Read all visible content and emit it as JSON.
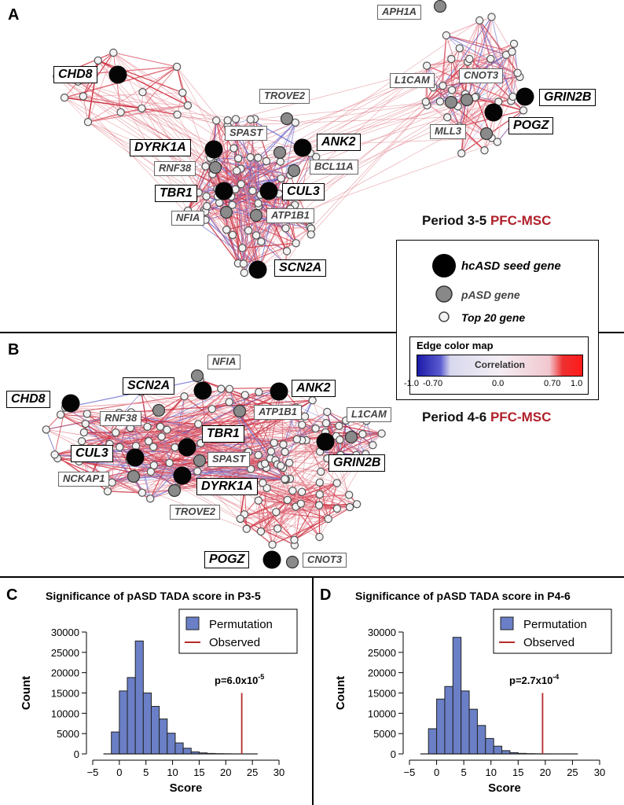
{
  "panels": {
    "a": "A",
    "b": "B",
    "c": "C",
    "d": "D"
  },
  "period_a": {
    "label": "Period 3-5",
    "suffix": "PFC-MSC"
  },
  "period_b": {
    "label": "Period 4-6",
    "suffix": "PFC-MSC"
  },
  "genes_a": [
    "APH1A",
    "CHD8",
    "L1CAM",
    "CNOT3",
    "GRIN2B",
    "TROVE2",
    "POGZ",
    "MLL3",
    "SPAST",
    "ANK2",
    "DYRK1A",
    "RNF38",
    "BCL11A",
    "TBR1",
    "CUL3",
    "NFIA",
    "ATP1B1",
    "SCN2A"
  ],
  "genes_b": [
    "NFIA",
    "CHD8",
    "SCN2A",
    "ANK2",
    "RNF38",
    "ATP1B1",
    "L1CAM",
    "TBR1",
    "SPAST",
    "CUL3",
    "GRIN2B",
    "NCKAP1",
    "DYRK1A",
    "TROVE2",
    "POGZ",
    "CNOT3"
  ],
  "legend": {
    "seed": "hcASD seed gene",
    "pasd": "pASD gene",
    "top20": "Top 20 gene",
    "colormap_title": "Edge color map",
    "colormap_label": "Correlation",
    "ticks": [
      "-1.0",
      "-0.70",
      "0.0",
      "0.70",
      "1.0"
    ],
    "colors": {
      "negative": "#1a1aa8",
      "neutral": "#f4eef4",
      "positive": "#ff1a1a"
    }
  },
  "chart_data": [
    {
      "type": "bar",
      "title": "Significance of pASD TADA score in P3-5",
      "xlabel": "Score",
      "ylabel": "Count",
      "xlim": [
        -5,
        30
      ],
      "ylim": [
        0,
        30000
      ],
      "xticks": [
        "−5",
        "0",
        "5",
        "10",
        "15",
        "20",
        "25",
        "30"
      ],
      "yticks": [
        "0",
        "5000",
        "10000",
        "15000",
        "20000",
        "25000",
        "30000"
      ],
      "bins": [
        -1.5,
        0,
        1.5,
        3,
        4.5,
        6,
        7.5,
        9,
        10.5,
        12,
        13.5,
        15,
        16.5,
        18,
        19.5
      ],
      "bin_width": 1.5,
      "values": [
        5400,
        15500,
        18800,
        27800,
        15000,
        11700,
        8600,
        5100,
        2700,
        1400,
        500,
        250,
        120,
        60,
        30
      ],
      "legend": [
        "Permutation",
        "Observed"
      ],
      "observed": 23,
      "annotation": "p=6.0x10",
      "annotation_exp": "-5",
      "colors": {
        "bar": "#6a7fc6",
        "observed": "#b52a2a"
      }
    },
    {
      "type": "bar",
      "title": "Significance of pASD TADA score in P4-6",
      "xlabel": "Score",
      "ylabel": "Count",
      "xlim": [
        -5,
        30
      ],
      "ylim": [
        0,
        30000
      ],
      "xticks": [
        "−5",
        "0",
        "5",
        "10",
        "15",
        "20",
        "25",
        "30"
      ],
      "yticks": [
        "0",
        "5000",
        "10000",
        "15000",
        "20000",
        "25000",
        "30000"
      ],
      "bins": [
        -1.5,
        0,
        1.5,
        3,
        4.5,
        6,
        7.5,
        9,
        10.5,
        12,
        13.5,
        15,
        16.5,
        18,
        19.5
      ],
      "bin_width": 1.5,
      "values": [
        6200,
        13500,
        16600,
        28700,
        15500,
        11000,
        7000,
        3800,
        1900,
        800,
        300,
        130,
        60,
        30,
        10
      ],
      "legend": [
        "Permutation",
        "Observed"
      ],
      "observed": 19.5,
      "annotation": "p=2.7x10",
      "annotation_exp": "-4",
      "colors": {
        "bar": "#6a7fc6",
        "observed": "#b52a2a"
      }
    }
  ]
}
